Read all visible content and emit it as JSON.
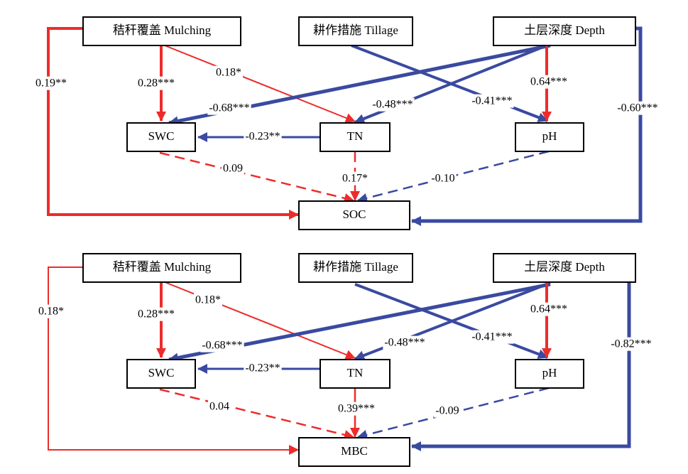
{
  "colors": {
    "positive": "#ee2b2b",
    "negative": "#3a4aa0",
    "box_border": "#000000"
  },
  "panels": [
    {
      "nodes": {
        "mulching": "秸秆覆盖 Mulching",
        "tillage": "耕作措施 Tillage",
        "depth": "土层深度 Depth",
        "swc": "SWC",
        "tn": "TN",
        "ph": "pH",
        "target": "SOC"
      },
      "paths": [
        {
          "from": "mulching",
          "to": "target",
          "coef": "0.19**",
          "sign": "positive",
          "significant": true
        },
        {
          "from": "mulching",
          "to": "swc",
          "coef": "0.28***",
          "sign": "positive",
          "significant": true
        },
        {
          "from": "mulching",
          "to": "tn",
          "coef": "0.18*",
          "sign": "positive",
          "significant": true
        },
        {
          "from": "depth",
          "to": "swc",
          "coef": "-0.68***",
          "sign": "negative",
          "significant": true
        },
        {
          "from": "depth",
          "to": "tn",
          "coef": "-0.48***",
          "sign": "negative",
          "significant": true
        },
        {
          "from": "tillage",
          "to": "ph",
          "coef": "-0.41***",
          "sign": "negative",
          "significant": true
        },
        {
          "from": "depth",
          "to": "ph",
          "coef": "0.64***",
          "sign": "positive",
          "significant": true
        },
        {
          "from": "depth",
          "to": "target",
          "coef": "-0.60***",
          "sign": "negative",
          "significant": true
        },
        {
          "from": "tn",
          "to": "swc",
          "coef": "-0.23**",
          "sign": "negative",
          "significant": true
        },
        {
          "from": "swc",
          "to": "target",
          "coef": "0.09",
          "sign": "positive",
          "significant": false
        },
        {
          "from": "tn",
          "to": "target",
          "coef": "0.17*",
          "sign": "positive",
          "significant": false
        },
        {
          "from": "ph",
          "to": "target",
          "coef": "-0.10",
          "sign": "negative",
          "significant": false
        }
      ]
    },
    {
      "nodes": {
        "mulching": "秸秆覆盖 Mulching",
        "tillage": "耕作措施 Tillage",
        "depth": "土层深度 Depth",
        "swc": "SWC",
        "tn": "TN",
        "ph": "pH",
        "target": "MBC"
      },
      "paths": [
        {
          "from": "mulching",
          "to": "target",
          "coef": "0.18*",
          "sign": "positive",
          "significant": true
        },
        {
          "from": "mulching",
          "to": "swc",
          "coef": "0.28***",
          "sign": "positive",
          "significant": true
        },
        {
          "from": "mulching",
          "to": "tn",
          "coef": "0.18*",
          "sign": "positive",
          "significant": true
        },
        {
          "from": "depth",
          "to": "swc",
          "coef": "-0.68***",
          "sign": "negative",
          "significant": true
        },
        {
          "from": "depth",
          "to": "tn",
          "coef": "-0.48***",
          "sign": "negative",
          "significant": true
        },
        {
          "from": "tillage",
          "to": "ph",
          "coef": "-0.41***",
          "sign": "negative",
          "significant": true
        },
        {
          "from": "depth",
          "to": "ph",
          "coef": "0.64***",
          "sign": "positive",
          "significant": true
        },
        {
          "from": "depth",
          "to": "target",
          "coef": "-0.82***",
          "sign": "negative",
          "significant": true
        },
        {
          "from": "tn",
          "to": "swc",
          "coef": "-0.23**",
          "sign": "negative",
          "significant": true
        },
        {
          "from": "swc",
          "to": "target",
          "coef": "0.04",
          "sign": "positive",
          "significant": false
        },
        {
          "from": "tn",
          "to": "target",
          "coef": "0.39***",
          "sign": "positive",
          "significant": true
        },
        {
          "from": "ph",
          "to": "target",
          "coef": "-0.09",
          "sign": "negative",
          "significant": false
        }
      ]
    }
  ]
}
